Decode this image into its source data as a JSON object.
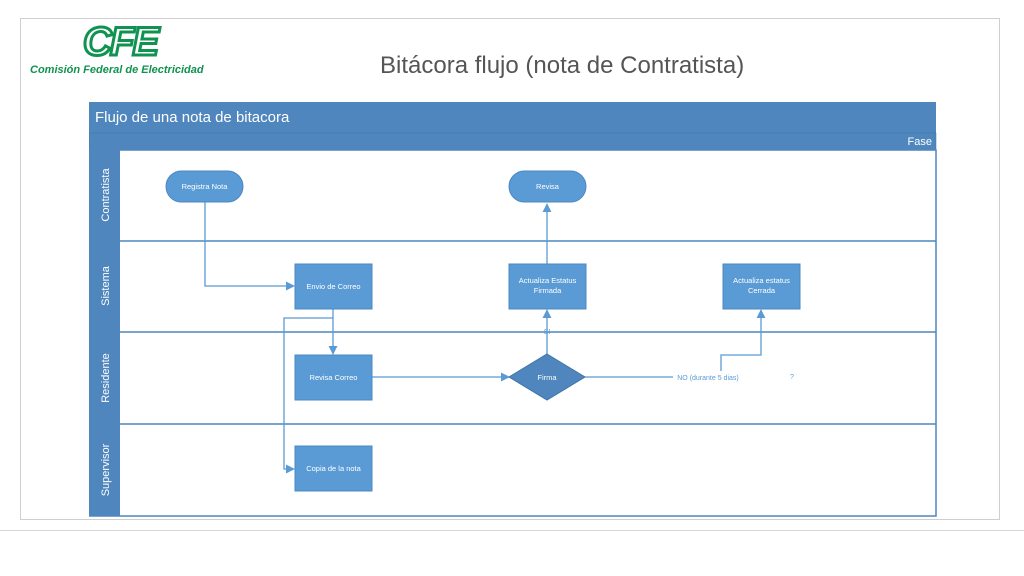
{
  "slide": {
    "title": "Bitácora flujo (nota de Contratista)",
    "logo_mark": "CFE",
    "logo_subtitle": "Comisión Federal de Electricidad"
  },
  "colors": {
    "brand_green": "#109350",
    "header_blue": "#4f86bd",
    "node_blue": "#5b9bd5",
    "connector": "#5b9bd5"
  },
  "diagram": {
    "title": "Flujo de una nota de bitacora",
    "phase_label": "Fase",
    "lanes": [
      "Contratista",
      "Sistema",
      "Residente",
      "Supervisor"
    ],
    "nodes": {
      "registra_nota": "Registra Nota",
      "revisa": "Revisa",
      "envio_correo": "Envio de Correo",
      "actualiza_firmada_1": "Actualiza Estatus",
      "actualiza_firmada_2": "Firmada",
      "actualiza_cerrada_1": "Actualiza estatus",
      "actualiza_cerrada_2": "Cerrada",
      "revisa_correo": "Revisa Correo",
      "firma": "Firma",
      "copia_nota": "Copia de la nota"
    },
    "edge_labels": {
      "si": "SI",
      "no": "NO (durante 5 dias)",
      "question": "?"
    }
  }
}
